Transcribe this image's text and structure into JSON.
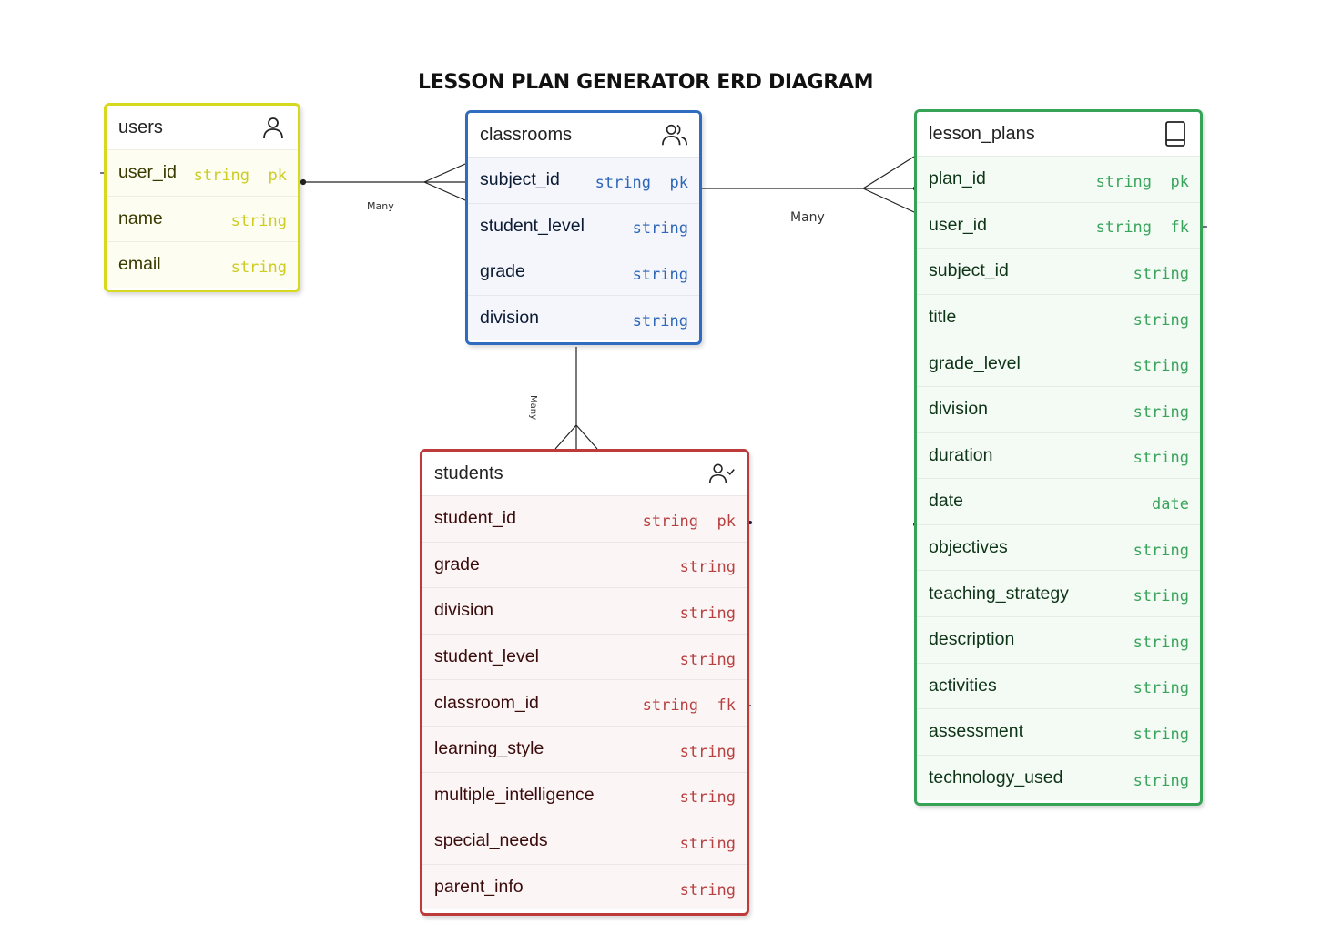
{
  "title": "LESSON PLAN GENERATOR ERD DIAGRAM",
  "entities": {
    "users": {
      "name": "users",
      "icon": "user-icon",
      "color": "#d6d91e",
      "fields": [
        {
          "name": "user_id",
          "type": "string",
          "key": "pk"
        },
        {
          "name": "name",
          "type": "string",
          "key": ""
        },
        {
          "name": "email",
          "type": "string",
          "key": ""
        }
      ]
    },
    "classrooms": {
      "name": "classrooms",
      "icon": "users-group-icon",
      "color": "#2f6bbf",
      "fields": [
        {
          "name": "subject_id",
          "type": "string",
          "key": "pk"
        },
        {
          "name": "student_level",
          "type": "string",
          "key": ""
        },
        {
          "name": "grade",
          "type": "string",
          "key": ""
        },
        {
          "name": "division",
          "type": "string",
          "key": ""
        }
      ]
    },
    "lesson_plans": {
      "name": "lesson_plans",
      "icon": "book-icon",
      "color": "#36a357",
      "fields": [
        {
          "name": "plan_id",
          "type": "string",
          "key": "pk"
        },
        {
          "name": "user_id",
          "type": "string",
          "key": "fk"
        },
        {
          "name": "subject_id",
          "type": "string",
          "key": ""
        },
        {
          "name": "title",
          "type": "string",
          "key": ""
        },
        {
          "name": "grade_level",
          "type": "string",
          "key": ""
        },
        {
          "name": "division",
          "type": "string",
          "key": ""
        },
        {
          "name": "duration",
          "type": "string",
          "key": ""
        },
        {
          "name": "date",
          "type": "date",
          "key": ""
        },
        {
          "name": "objectives",
          "type": "string",
          "key": ""
        },
        {
          "name": "teaching_strategy",
          "type": "string",
          "key": ""
        },
        {
          "name": "description",
          "type": "string",
          "key": ""
        },
        {
          "name": "activities",
          "type": "string",
          "key": ""
        },
        {
          "name": "assessment",
          "type": "string",
          "key": ""
        },
        {
          "name": "technology_used",
          "type": "string",
          "key": ""
        }
      ]
    },
    "students": {
      "name": "students",
      "icon": "user-check-icon",
      "color": "#be3b3b",
      "fields": [
        {
          "name": "student_id",
          "type": "string",
          "key": "pk"
        },
        {
          "name": "grade",
          "type": "string",
          "key": ""
        },
        {
          "name": "division",
          "type": "string",
          "key": ""
        },
        {
          "name": "student_level",
          "type": "string",
          "key": ""
        },
        {
          "name": "classroom_id",
          "type": "string",
          "key": "fk"
        },
        {
          "name": "learning_style",
          "type": "string",
          "key": ""
        },
        {
          "name": "multiple_intelligence",
          "type": "string",
          "key": ""
        },
        {
          "name": "special_needs",
          "type": "string",
          "key": ""
        },
        {
          "name": "parent_info",
          "type": "string",
          "key": ""
        }
      ]
    }
  },
  "relationships": [
    {
      "from": "users",
      "to": "classrooms",
      "label": "Many"
    },
    {
      "from": "classrooms",
      "to": "lesson_plans",
      "label": "Many"
    },
    {
      "from": "classrooms",
      "to": "students",
      "label": "Many"
    }
  ]
}
